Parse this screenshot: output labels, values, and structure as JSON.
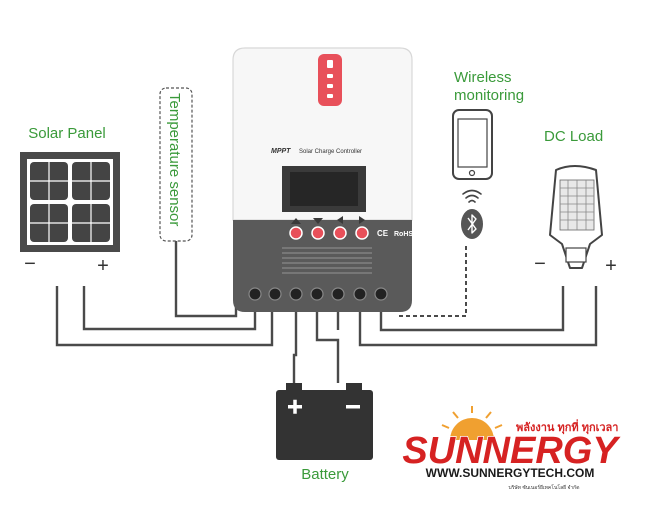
{
  "labels": {
    "solar_panel": "Solar Panel",
    "temperature_sensor": "Temperature sensor",
    "wireless_monitoring_line1": "Wireless",
    "wireless_monitoring_line2": "monitoring",
    "dc_load": "DC Load",
    "battery": "Battery",
    "minus": "−",
    "plus": "+"
  },
  "controller": {
    "brand": "MPPT",
    "title": "Solar Charge Controller",
    "cert_ce": "CE",
    "cert_rohs": "RoHS",
    "button_arrows": [
      "▲",
      "▼",
      "◀",
      "▶"
    ]
  },
  "logo": {
    "tagline": "พลังงาน ทุกที่ ทุกเวลา",
    "name": "SUNNERGY",
    "url": "WWW.SUNNERGYTECH.COM",
    "company": "บริษัท ซันเนอร์ยีเทคโนโลยี จำกัด"
  },
  "colors": {
    "accent_green": "#3a9a3a",
    "controller_grey": "#5a5a5a",
    "button_red": "#e8505a",
    "logo_red": "#d62222"
  }
}
